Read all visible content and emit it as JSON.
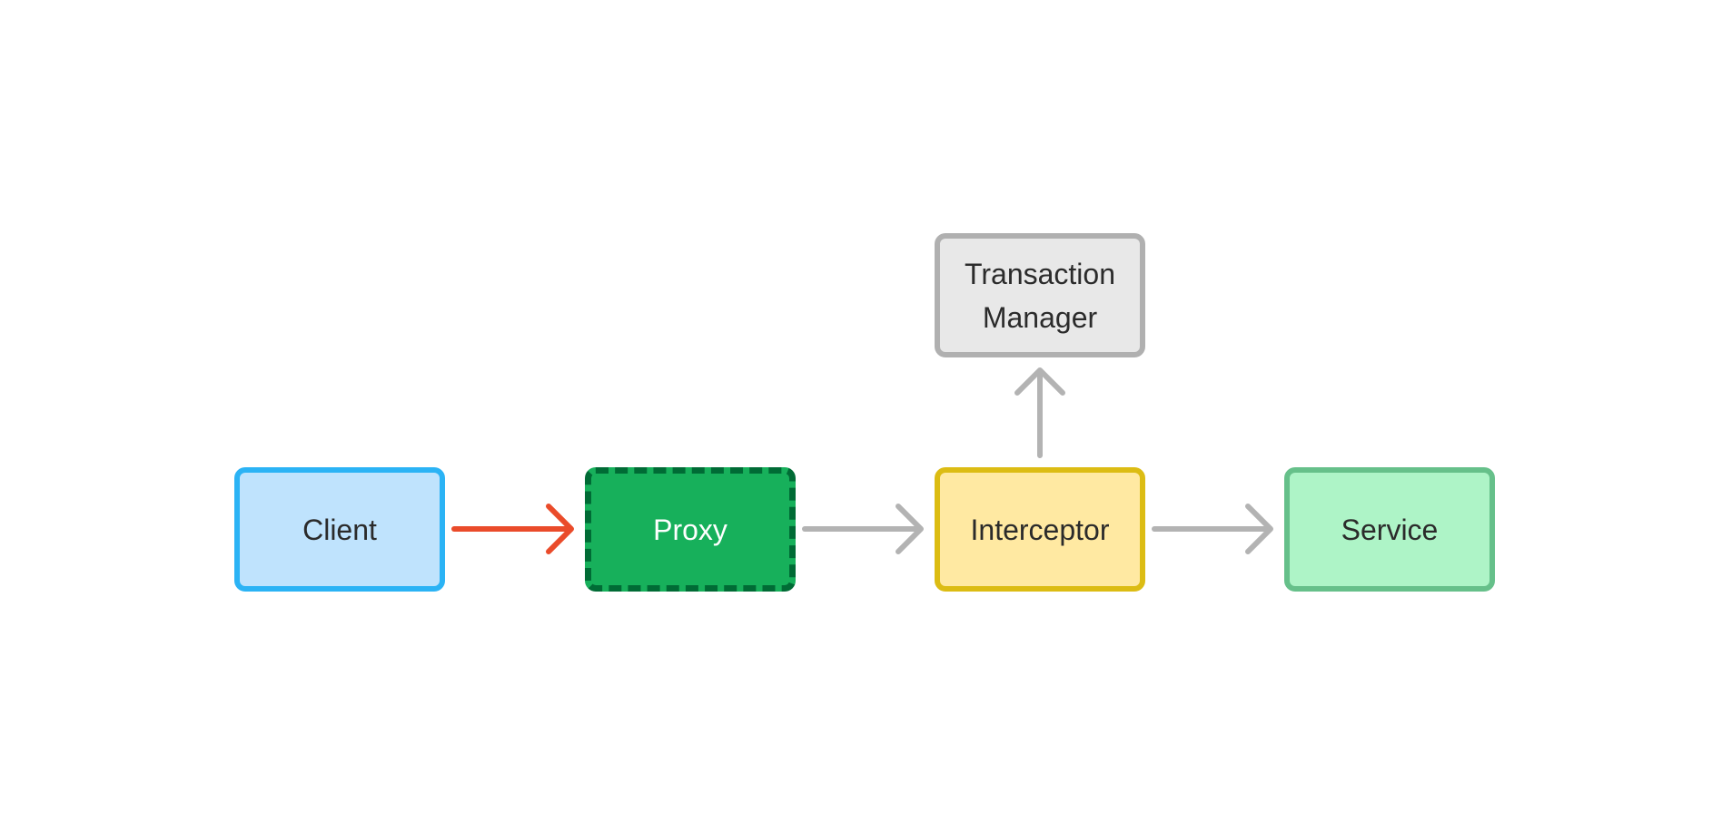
{
  "diagram": {
    "nodes": {
      "client": {
        "label": "Client"
      },
      "proxy": {
        "label": "Proxy"
      },
      "interceptor": {
        "label": "Interceptor"
      },
      "service": {
        "label": "Service"
      },
      "transaction_manager": {
        "label": "Transaction Manager"
      }
    },
    "edges": [
      {
        "from": "Client",
        "to": "Proxy",
        "color": "#ea4b2a"
      },
      {
        "from": "Proxy",
        "to": "Interceptor",
        "color": "#b3b3b3"
      },
      {
        "from": "Interceptor",
        "to": "Service",
        "color": "#b3b3b3"
      },
      {
        "from": "Interceptor",
        "to": "Transaction Manager",
        "color": "#b3b3b3"
      }
    ],
    "colors": {
      "client_fill": "#bfe3fd",
      "client_border": "#2bb3f5",
      "proxy_fill": "#17b05b",
      "proxy_border": "#006b35",
      "interceptor_fill": "#ffe9a2",
      "interceptor_border": "#dcbc13",
      "service_fill": "#aef4c7",
      "service_border": "#66c08a",
      "tm_fill": "#e8e8e8",
      "tm_border": "#b0b0b0"
    }
  }
}
